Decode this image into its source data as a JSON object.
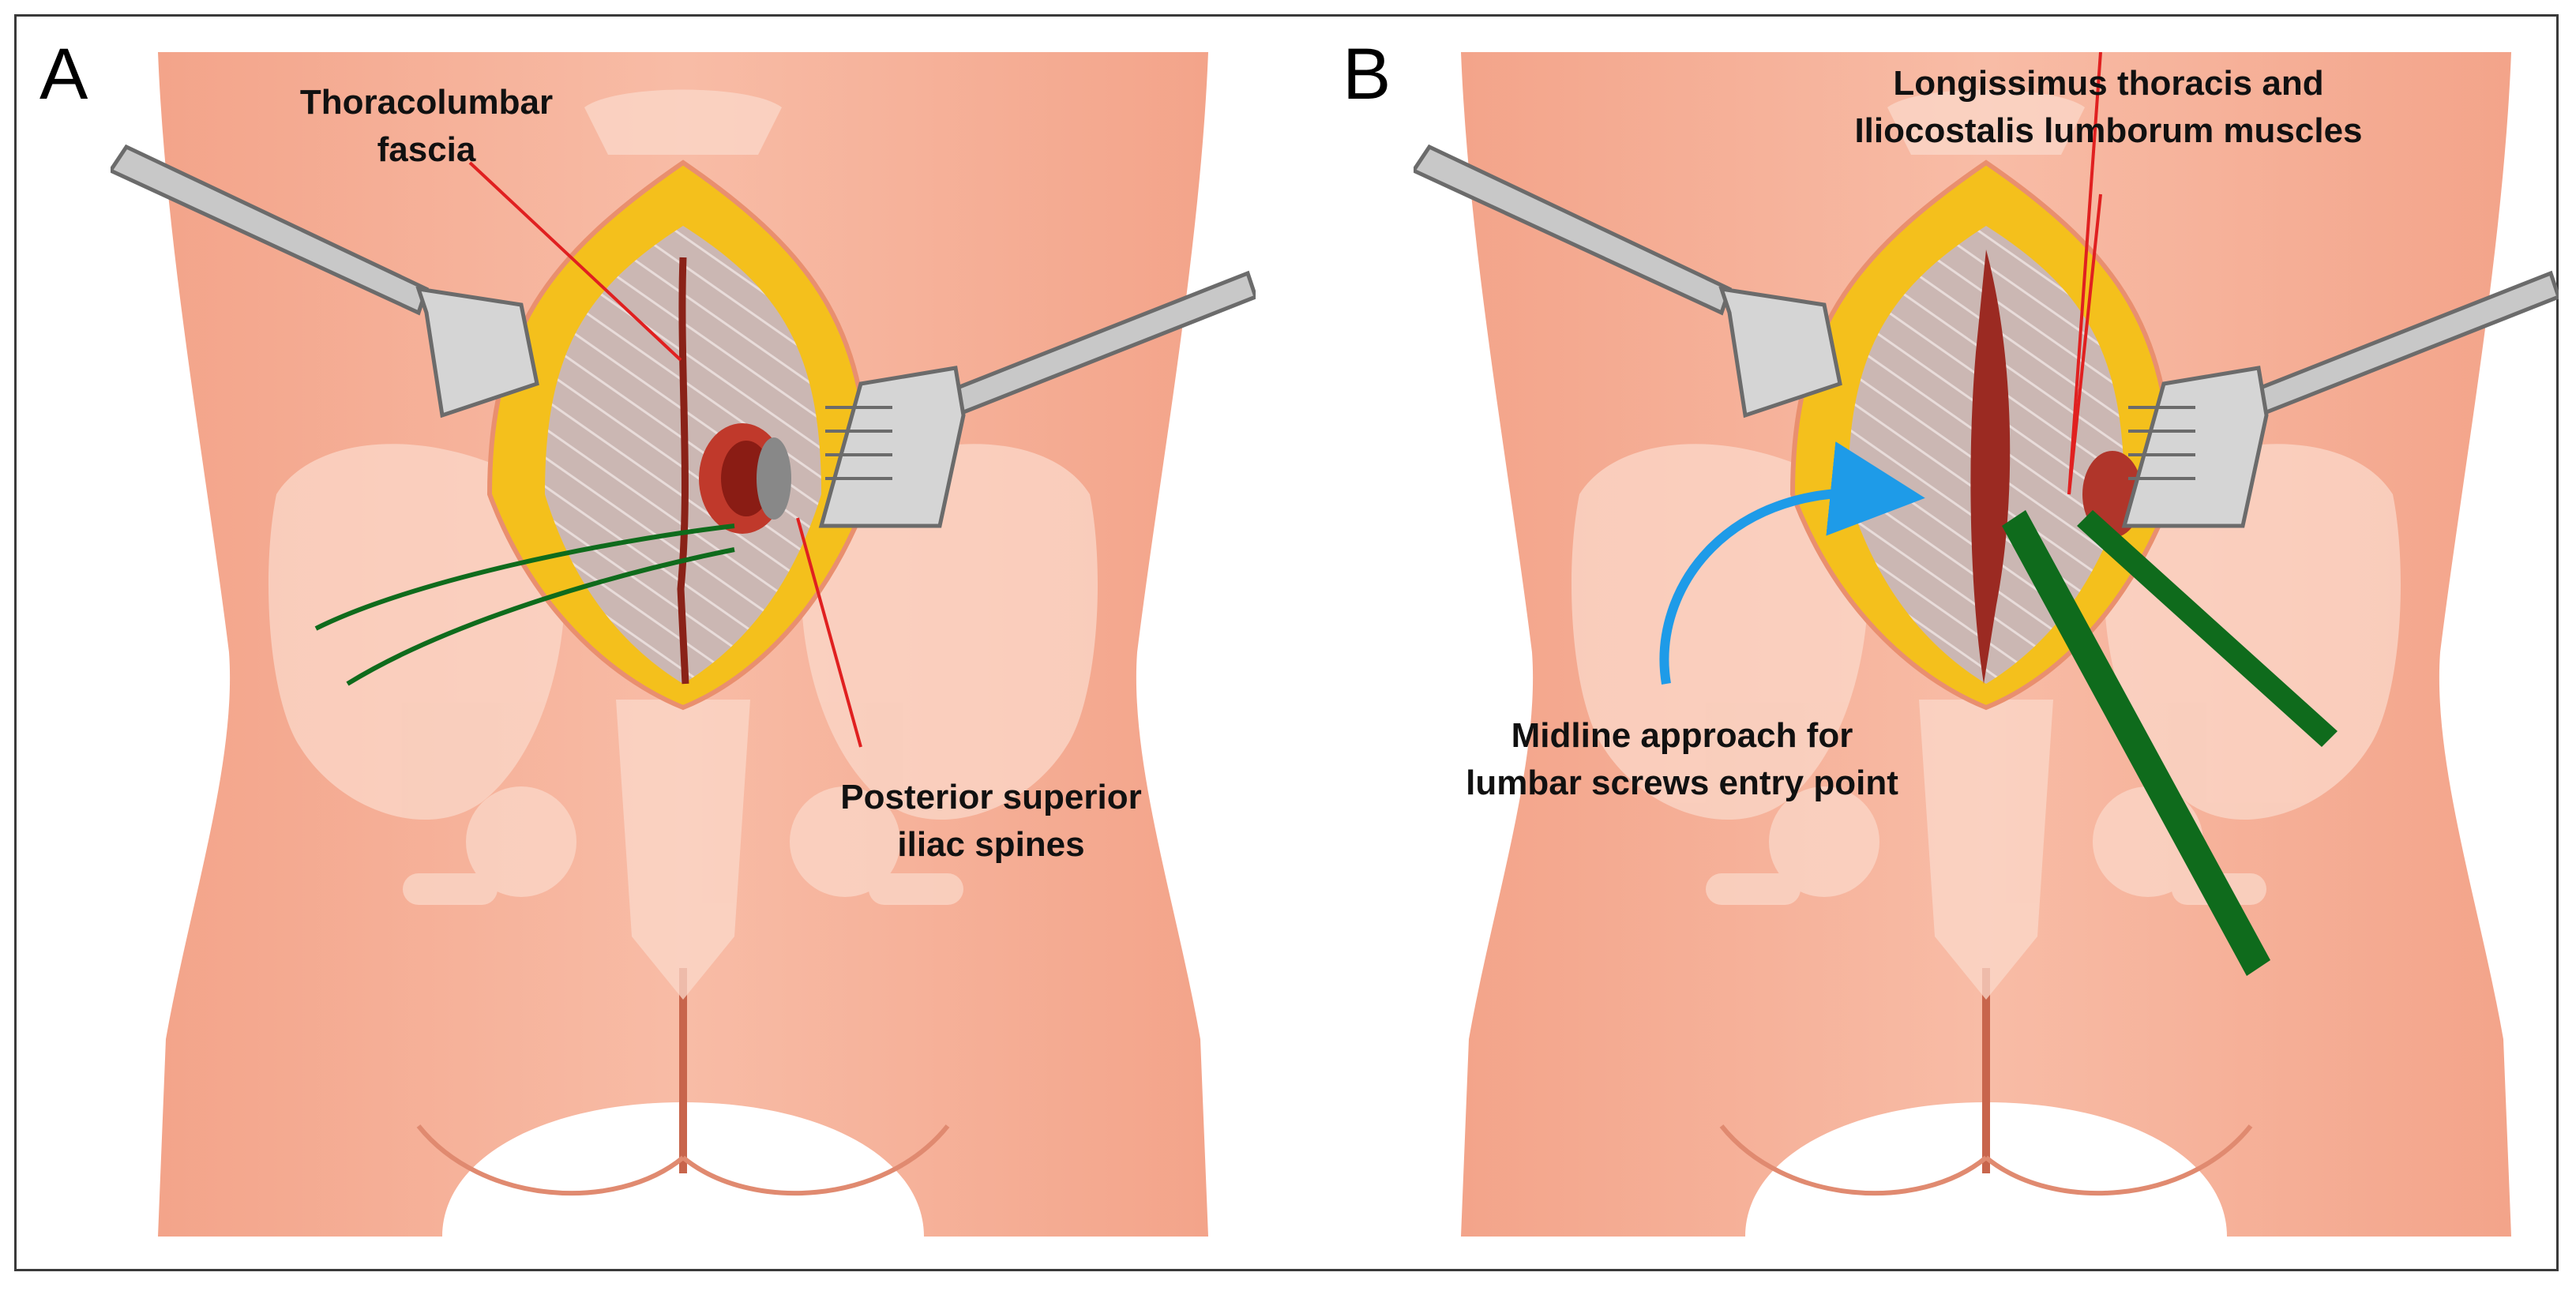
{
  "panels": [
    {
      "letter": "A",
      "labels": {
        "fascia_line1": "Thoracolumbar",
        "fascia_line2": "fascia",
        "psis_line1": "Posterior superior",
        "psis_line2": "iliac spines"
      }
    },
    {
      "letter": "B",
      "labels": {
        "muscles_line1": "Longissimus thoracis and",
        "muscles_line2": "Iliocostalis lumborum muscles",
        "midline_line1": "Midline approach for",
        "midline_line2": "lumbar screws entry point"
      }
    }
  ],
  "colors": {
    "skin": "#f4a78c",
    "skin_light": "#f9c6b3",
    "pelvis_bone": "#fbd6c6",
    "fat_yellow": "#f5c21a",
    "fascia_gray": "#c9b5b2",
    "muscle_red": "#9b2a22",
    "retractor_gray": "#c8c8c8",
    "wire_green": "#0f6b1c",
    "pointer_red": "#e02020",
    "arrow_blue": "#1e9be8"
  }
}
